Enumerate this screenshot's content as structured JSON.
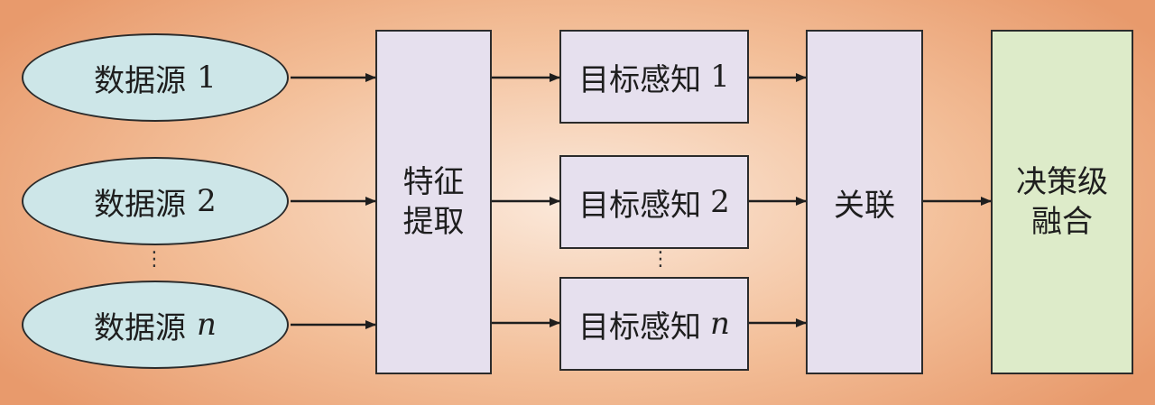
{
  "sources": [
    {
      "label": "数据源",
      "index": "1"
    },
    {
      "label": "数据源",
      "index": "2"
    },
    {
      "label": "数据源",
      "index": "n"
    }
  ],
  "feature_extraction": {
    "line1": "特征",
    "line2": "提取"
  },
  "targets": [
    {
      "label": "目标感知",
      "index": "1"
    },
    {
      "label": "目标感知",
      "index": "2"
    },
    {
      "label": "目标感知",
      "index": "n"
    }
  ],
  "association": {
    "label": "关联"
  },
  "decision_fusion": {
    "line1": "决策级",
    "line2": "融合"
  },
  "ellipsis": "⋮",
  "colors": {
    "source_fill": "#cde6e8",
    "process_fill": "#e6e0ee",
    "decision_fill": "#ddebc9",
    "stroke": "#2b2b2b",
    "background_center": "#fbe9db",
    "background_edge": "#e89a6c"
  }
}
